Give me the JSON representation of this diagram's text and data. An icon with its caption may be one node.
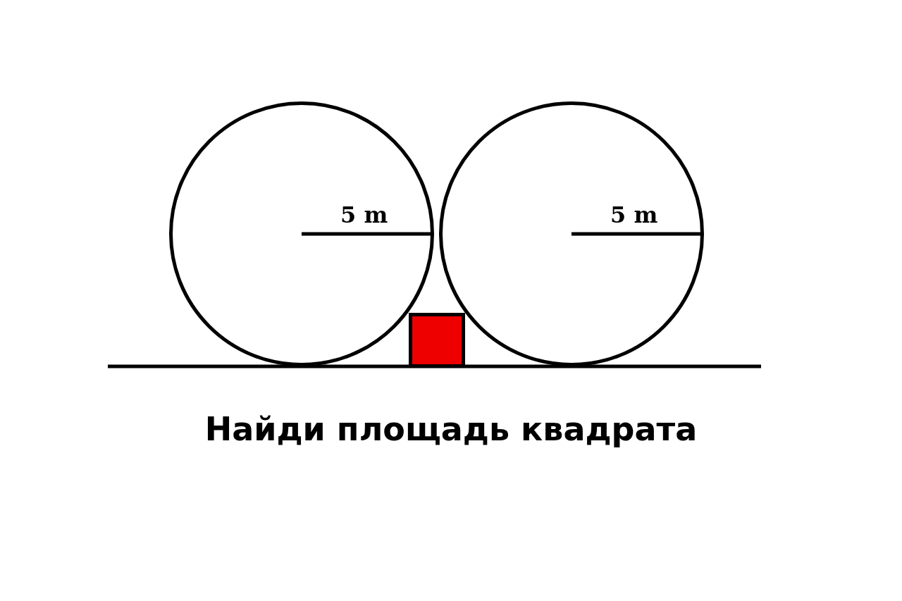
{
  "diagram": {
    "caption": "Найди площадь квадрата",
    "nodes": [
      {
        "text": [
          "5 m"
        ]
      },
      {
        "text": [
          "5 m"
        ]
      },
      {
        "text": [],
        "shape": "box"
      }
    ]
  }
}
